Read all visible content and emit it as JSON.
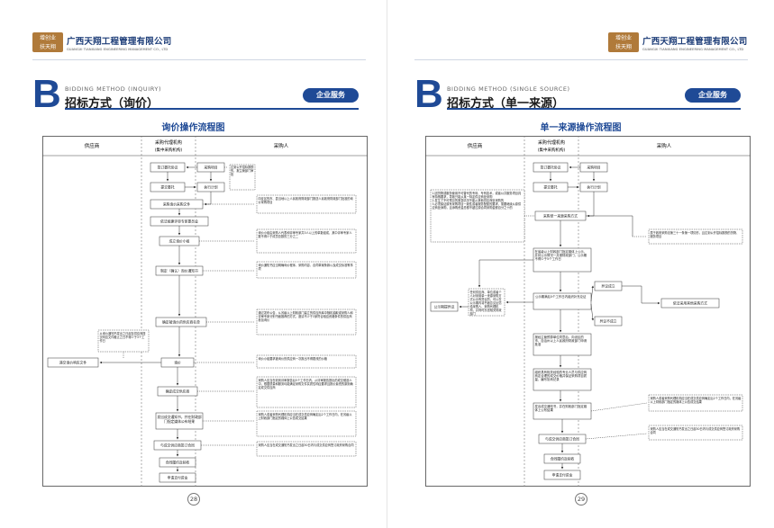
{
  "logo": {
    "mark_line1": "增创业",
    "mark_line2": "扶天翔",
    "company_cn": "广西天翔工程管理有限公司",
    "company_en": "GUANGXI TIANXIANG ENGINEERING MANAGEMENT CO., LTD"
  },
  "badge_label": "企业服务",
  "left_page": {
    "section_letter": "B",
    "section_en": "BIDDING METHOD (INQUIRY)",
    "section_cn": "招标方式（询价）",
    "chart_title": "询价操作流程图",
    "page_number": "28",
    "columns": {
      "supplier": "供应商",
      "agency_line1": "采购代理机构",
      "agency_line2": "(集中采购机构)",
      "purchaser": "采购人"
    },
    "boxes": {
      "sign_agreement": "签订委托协议",
      "purchase_project": "采购项目",
      "submit_plan": "提交委托",
      "execute_plan": "执行计划",
      "prepare_doc": "采购询价采购文件",
      "form_panel": "依法组建评审专家委员会",
      "inquiry_group": "成立询价小组",
      "confirm_invite": "制定（确认）询价通知书",
      "select_suppliers": "确定被询价的供应商名单",
      "send_invite": "询价",
      "evaluate": "确定成交供应商",
      "notify_result": "发出成交通知书，并在财政部门指定媒体公布结果",
      "sign_contract": "与成交供应商签订合同",
      "performance": "合同履约及验收",
      "archive": "申请支付资金",
      "supplier_reply": "递交询价响应文件"
    },
    "notes": {
      "note_public": "达到公开招标数额的，报主管部门审批",
      "note_prepare": "向征区的市、县当地以上人民政府财政部门报送人民政府财政部门批准的询价采购项目",
      "note_panel": "询价小组由采购人代表和评审专家共3人以上的单数组成，其中评审专家人数不得少于成员总数的三分之二",
      "note_invite": "询价通知书应当明确询价程序、采购内容、合同草案条款以及成交标准等事项",
      "note_suppliers": "通过发布公告、从省级以上财政部门建立的供应商库中随机抽取或采购人和评审专家分别书面推荐的方式，邀请不少于3家符合相应资格条件的供应商参加询价",
      "note_supplier_left": "从询价通知书发出之日起至供应商提交响应文件截止之日不得少于3个工作日",
      "note_offer": "询价小组要求被询价的供应商一次报出不得更改的价格",
      "note_evaluate": "采购人应当在收到评审报告后5个工作日内，从评审报告提出的成交候选人中，根据质量和服务均能满足采购文件实质性响应要求且报价最低的原则确定成交供应商",
      "note_notify": "采购人或者采购代理机构应当在成交供应商确定后2个工作日内，在省级以上财政部门指定的媒体上公告成交结果",
      "note_contract": "采购人应当在成交通知书发出之日起30日内与成交供应商签订政府采购合同"
    }
  },
  "right_page": {
    "section_letter": "B",
    "section_en": "BIDDING METHOD (SINGLE SOURCE)",
    "section_cn": "招标方式（单一来源）",
    "chart_title": "单一来源操作流程图",
    "page_number": "29",
    "columns": {
      "supplier": "供应商",
      "agency_line1": "采购代理机构",
      "agency_line2": "(集中采购机构)",
      "purchaser": "采购人"
    },
    "boxes": {
      "sign_agreement": "签订委托协议",
      "purchase_project": "采购项目",
      "submit_plan": "提交委托",
      "execute_plan": "执行计划",
      "prepare_doc": "采购单一来源采购方式",
      "public_notice": "在省级以上财政部门指定媒体上公示，并将公示情况一并报财政部门，公示期不得少于5个工作日",
      "collect_opinion": "公示期满后5个工作日内组织补充论证",
      "objection_ok": "异议成立",
      "objection_no": "异议不成立",
      "switch_method": "依法采用其他采购方式",
      "report_approval": "报经主管预算单位同意后，向设区的市、自治州以上人民政府财政部门申请批准",
      "negotiate": "组织具有相关经验的专业人员与供应商商定合理的成交价格并保证采购项目质量，编写协商记录",
      "notify_result": "发出成交通知书，并在财政部门指定媒体上公布结果",
      "sign_contract": "与成交供应商签订合同",
      "performance": "合同履约及验收",
      "archive": "申请支付资金",
      "supplier_objection": "公示期提异议"
    },
    "notes": {
      "note_reasons": "1.因货物或服务使用不可替代的专利、专有技术，或者公共服务项目具有特殊要求，导致只能从某一特定供应商处采购\n2.发生了不可预见的紧急情况不能从其他供应商处采购的\n3.必须保证原有采购项目一致性或者服务配套的要求，需要继续从原供应商处添购，且添购资金总额不超过原合同采购金额百分之十的",
      "note_budget": "属于政府采购法第三十一条第一项情形，且达到公开招标数额的货物、服务项目",
      "note_objection": "任何供应商、单位或者个人对采用单一来源采购方式公示有异议的，可以在公示期内将书面意见反馈给采购人、采购代理机构，并同时抄送相关财政部门",
      "note_notify": "采购人或者采购代理机构应当在成交供应商确定后2个工作日内，在省级以上财政部门指定的媒体上公告成交结果",
      "note_contract": "采购人应当在成交通知书发出之日起30日内与成交供应商签订政府采购合同"
    }
  }
}
